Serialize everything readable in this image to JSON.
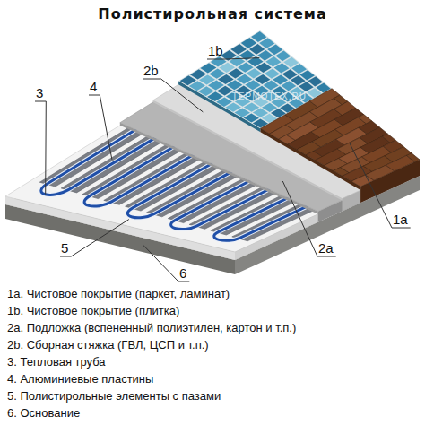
{
  "diagram": {
    "title": "Полистирольная система",
    "labels": [
      "1b",
      "2b",
      "3",
      "4",
      "1a",
      "2a",
      "5",
      "6",
      "TEPMOTEX.RU",
      "1a. Чистовое покрытие (паркет, ламинат)",
      "1b. Чистовое покрытие (плитка)",
      "2a. Подложка (вспененный полиэтилен, картон и т.п.)",
      "2b. Сборная стяжка (ГВЛ, ЦСП и т.п.)",
      "3. Тепловая труба",
      "4. Алюминиевые пластины",
      "5. Полистирольные элементы с пазами",
      "6. Основание"
    ]
  }
}
